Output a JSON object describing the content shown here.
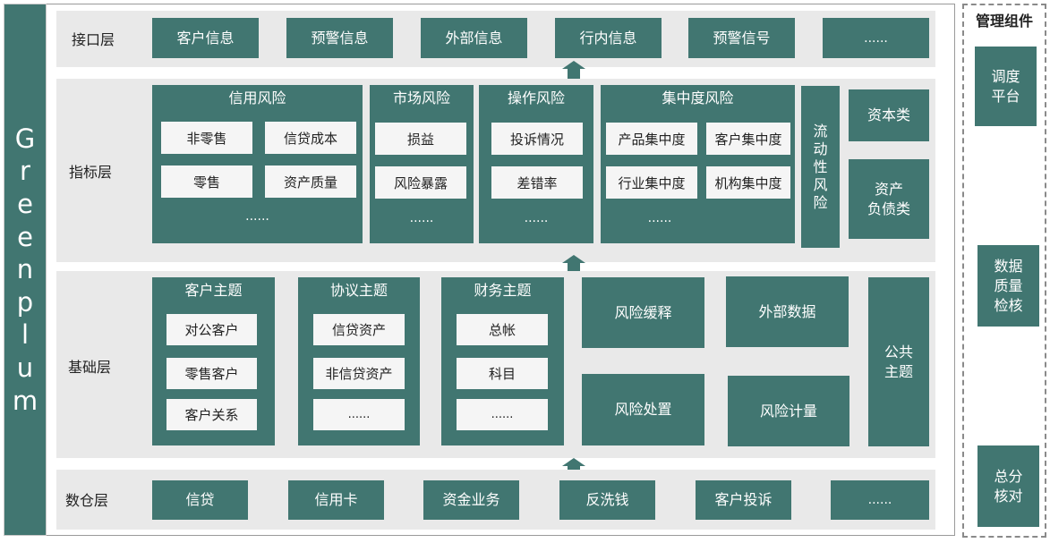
{
  "platform": {
    "letters": [
      "G",
      "r",
      "e",
      "e",
      "n",
      "p",
      "l",
      "u",
      "m"
    ]
  },
  "layers": {
    "interface": {
      "label": "接口层",
      "items": [
        "客户信息",
        "预警信息",
        "外部信息",
        "行内信息",
        "预警信号",
        "......"
      ]
    },
    "indicator": {
      "label": "指标层",
      "credit": {
        "title": "信用风险",
        "items": [
          "非零售",
          "信贷成本",
          "零售",
          "资产质量"
        ],
        "more": "......"
      },
      "market": {
        "title": "市场风险",
        "items": [
          "损益",
          "风险暴露"
        ],
        "more": "......"
      },
      "operation": {
        "title": "操作风险",
        "items": [
          "投诉情况",
          "差错率"
        ],
        "more": "......"
      },
      "concentration": {
        "title": "集中度风险",
        "items": [
          "产品集中度",
          "客户集中度",
          "行业集中度",
          "机构集中度"
        ],
        "more": "......"
      },
      "liquidity": "流\n动\n性\n风\n险",
      "capital": "资本类",
      "asset_liability": "资产\n负债类"
    },
    "base": {
      "label": "基础层",
      "customer": {
        "title": "客户主题",
        "items": [
          "对公客户",
          "零售客户",
          "客户关系"
        ]
      },
      "agreement": {
        "title": "协议主题",
        "items": [
          "信贷资产",
          "非信贷资产",
          "......"
        ]
      },
      "finance": {
        "title": "财务主题",
        "items": [
          "总帐",
          "科目",
          "......"
        ]
      },
      "risk_mitigation": "风险缓释",
      "external_data": "外部数据",
      "risk_disposal": "风险处置",
      "risk_measure": "风险计量",
      "public": "公共\n主题"
    },
    "warehouse": {
      "label": "数仓层",
      "items": [
        "信贷",
        "信用卡",
        "资金业务",
        "反洗钱",
        "客户投诉",
        "......"
      ]
    }
  },
  "management": {
    "title": "管理组件",
    "items": [
      "调度\n平台",
      "数据\n质量\n检核",
      "总分\n核对"
    ]
  },
  "colors": {
    "teal": "#417671",
    "band": "#e9e9e9",
    "light_box": "#f5f5f5"
  }
}
